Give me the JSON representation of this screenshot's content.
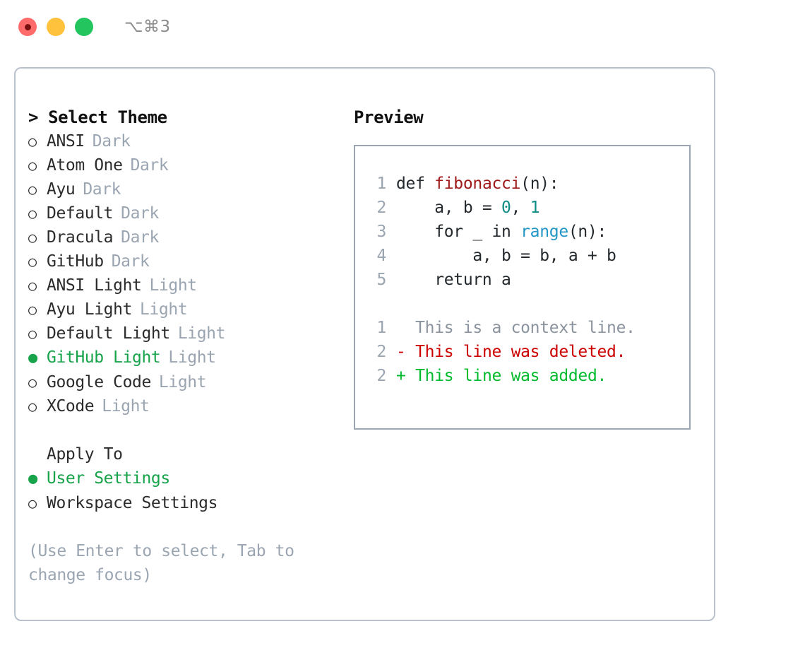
{
  "titlebar": {
    "shortcut": "⌥⌘3",
    "dots": [
      {
        "name": "close-dot",
        "color": "#ff6b6b"
      },
      {
        "name": "minimize-dot",
        "color": "#ffc23c"
      },
      {
        "name": "maximize-dot",
        "color": "#22c55e"
      }
    ]
  },
  "theme_picker": {
    "header_prefix": "> ",
    "header": "Select Theme",
    "bullet_unselected": "○",
    "bullet_selected": "●",
    "items": [
      {
        "label": "ANSI",
        "suffix": "Dark",
        "selected": false
      },
      {
        "label": "Atom One",
        "suffix": "Dark",
        "selected": false
      },
      {
        "label": "Ayu",
        "suffix": "Dark",
        "selected": false
      },
      {
        "label": "Default",
        "suffix": "Dark",
        "selected": false
      },
      {
        "label": "Dracula",
        "suffix": "Dark",
        "selected": false
      },
      {
        "label": "GitHub",
        "suffix": "Dark",
        "selected": false
      },
      {
        "label": "ANSI Light",
        "suffix": "Light",
        "selected": false
      },
      {
        "label": "Ayu Light",
        "suffix": "Light",
        "selected": false
      },
      {
        "label": "Default Light",
        "suffix": "Light",
        "selected": false
      },
      {
        "label": "GitHub Light",
        "suffix": "Light",
        "selected": true
      },
      {
        "label": "Google Code",
        "suffix": "Light",
        "selected": false
      },
      {
        "label": "XCode",
        "suffix": "Light",
        "selected": false
      }
    ]
  },
  "apply_to": {
    "header": "Apply To",
    "items": [
      {
        "label": "User Settings",
        "selected": true
      },
      {
        "label": "Workspace Settings",
        "selected": false
      }
    ]
  },
  "hint": "(Use Enter to select, Tab to change focus)",
  "preview": {
    "title": "Preview",
    "code_lines": [
      {
        "number": "1",
        "tokens": [
          {
            "text": "def ",
            "kind": "plain"
          },
          {
            "text": "fibonacci",
            "kind": "fn"
          },
          {
            "text": "(n):",
            "kind": "plain"
          }
        ]
      },
      {
        "number": "2",
        "tokens": [
          {
            "text": "    a, b = ",
            "kind": "plain"
          },
          {
            "text": "0",
            "kind": "num"
          },
          {
            "text": ", ",
            "kind": "plain"
          },
          {
            "text": "1",
            "kind": "num"
          }
        ]
      },
      {
        "number": "3",
        "tokens": [
          {
            "text": "    for _ in ",
            "kind": "plain"
          },
          {
            "text": "range",
            "kind": "call"
          },
          {
            "text": "(n):",
            "kind": "plain"
          }
        ]
      },
      {
        "number": "4",
        "tokens": [
          {
            "text": "        a, b = b, a + b",
            "kind": "plain"
          }
        ]
      },
      {
        "number": "5",
        "tokens": [
          {
            "text": "    return a",
            "kind": "plain"
          }
        ]
      }
    ],
    "diff_lines": [
      {
        "number": "1",
        "marker": "  ",
        "text": "This is a context line.",
        "kind": "ctx"
      },
      {
        "number": "2",
        "marker": "- ",
        "text": "This line was deleted.",
        "kind": "del"
      },
      {
        "number": "2",
        "marker": "+ ",
        "text": "This line was added.",
        "kind": "add"
      }
    ]
  },
  "colors": {
    "accent_green": "#16a34a",
    "muted": "#9aa5b1",
    "border": "#b9c2cc",
    "preview_border": "#9aa5b1",
    "code_fn": "#9e1a1a",
    "code_num": "#0e8b85",
    "code_call": "#2196c7",
    "diff_del": "#cc0000",
    "diff_add": "#00bb2d"
  }
}
